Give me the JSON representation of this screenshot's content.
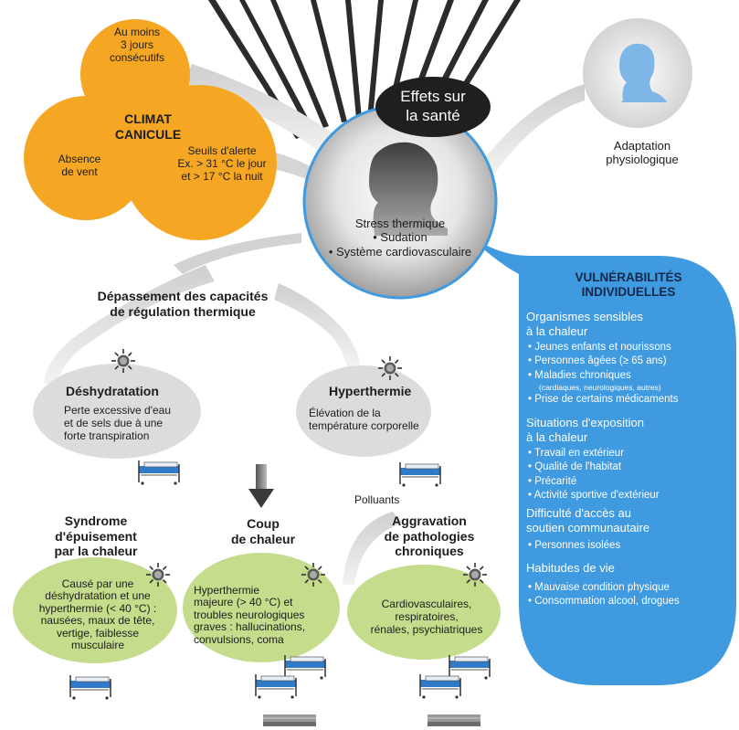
{
  "center": {
    "title_line1": "Effets sur",
    "title_line2": "la santé",
    "stress_title": "Stress thermique",
    "stress_item1": "• Sudation",
    "stress_item2": "• Système cardiovasculaire"
  },
  "climat": {
    "title_line1": "CLIMAT",
    "title_line2": "CANICULE",
    "duration": [
      "Au moins",
      "3 jours",
      "consécutifs"
    ],
    "wind": [
      "Absence",
      "de vent"
    ],
    "thresholds": [
      "Seuils d'alerte",
      "Ex. > 31 °C le jour",
      "et > 17 °C la nuit"
    ]
  },
  "adaptation": [
    "Adaptation",
    "physiologique"
  ],
  "depassement": [
    "Dépassement des capacités",
    "de régulation thermique"
  ],
  "deshydratation": {
    "title": "Déshydratation",
    "text": [
      "Perte excessive d'eau",
      "et de sels due à une",
      "forte transpiration"
    ]
  },
  "hyperthermie": {
    "title": "Hyperthermie",
    "text": [
      "Élévation de la",
      "température corporelle"
    ]
  },
  "syndrome": {
    "title": [
      "Syndrome",
      "d'épuisement",
      "par la chaleur"
    ],
    "text": [
      "Causé par une",
      "déshydratation et une",
      "hyperthermie (< 40 °C) :",
      "nausées, maux de tête,",
      "vertige, faiblesse",
      "musculaire"
    ]
  },
  "coup": {
    "title": [
      "Coup",
      "de chaleur"
    ],
    "text": [
      "Hyperthermie",
      "majeure (> 40 °C) et",
      "troubles neurologiques",
      "graves : hallucinations,",
      "convulsions, coma"
    ]
  },
  "aggravation": {
    "polluants": "Polluants",
    "title": [
      "Aggravation",
      "de pathologies",
      "chroniques"
    ],
    "text": [
      "Cardiovasculaires,",
      "respiratoires,",
      "rénales, psychiatriques"
    ]
  },
  "vulnerabilites": {
    "title": [
      "VULNÉRABILITÉS",
      "INDIVIDUELLES"
    ],
    "organismes_title": [
      "Organismes sensibles",
      "à la chaleur"
    ],
    "organismes_items": [
      "Jeunes enfants et nourissons",
      "Personnes âgées (≥ 65 ans)",
      "Maladies chroniques"
    ],
    "organismes_note": "(cardiaques, neurologiques, autres)",
    "organismes_last": "Prise de certains médicaments",
    "exposition_title": [
      "Situations d'exposition",
      "à la chaleur"
    ],
    "exposition_items": [
      "Travail en extérieur",
      "Qualité de l'habitat",
      "Précarité",
      "Activité sportive d'extérieur"
    ],
    "difficulte_title": [
      "Difficulté d'accès au",
      "soutien communautaire"
    ],
    "difficulte_items": [
      "Personnes isolées"
    ],
    "habitudes_title": "Habitudes de vie",
    "habitudes_items": [
      "Mauvaise condition physique",
      "Consommation alcool, drogues"
    ]
  },
  "colors": {
    "orange": "#f5a623",
    "blue": "#3f9ae0",
    "green": "#c4dc8b",
    "grey": "#dcdcdc",
    "dark": "#1f1f1f",
    "vul_title": "#13294b"
  },
  "icons": [
    "sun-rays-icon",
    "person-silhouette-icon",
    "small-sun-icon",
    "hospital-bed-icon",
    "coffin-icon",
    "down-arrow-icon"
  ]
}
